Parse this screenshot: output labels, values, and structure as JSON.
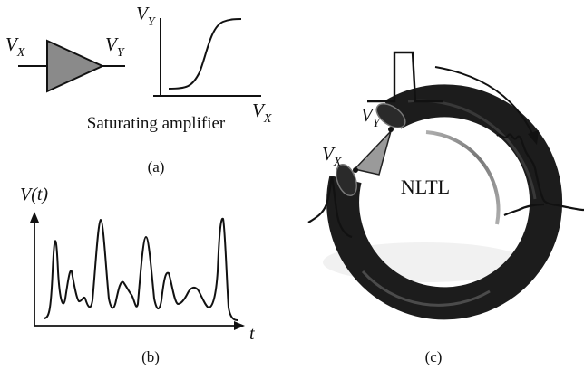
{
  "panel_a": {
    "amp_input_label": "V",
    "amp_input_sub": "X",
    "amp_output_label": "V",
    "amp_output_sub": "Y",
    "plot_y_label": "V",
    "plot_y_sub": "Y",
    "plot_x_label": "V",
    "plot_x_sub": "X",
    "caption": "Saturating amplifier",
    "panel_label": "(a)"
  },
  "panel_b": {
    "y_axis_label": "V(t)",
    "x_axis_label": "t",
    "panel_label": "(b)"
  },
  "panel_c": {
    "output_label": "V",
    "output_sub": "Y",
    "input_label": "V",
    "input_sub": "X",
    "ring_label": "NLTL",
    "panel_label": "(c)"
  },
  "colors": {
    "amplifier_fill": "#8a8a8a",
    "ring_fill": "#1c1c1c",
    "ring_highlight": "#7a7a7a",
    "ink": "#111111"
  }
}
